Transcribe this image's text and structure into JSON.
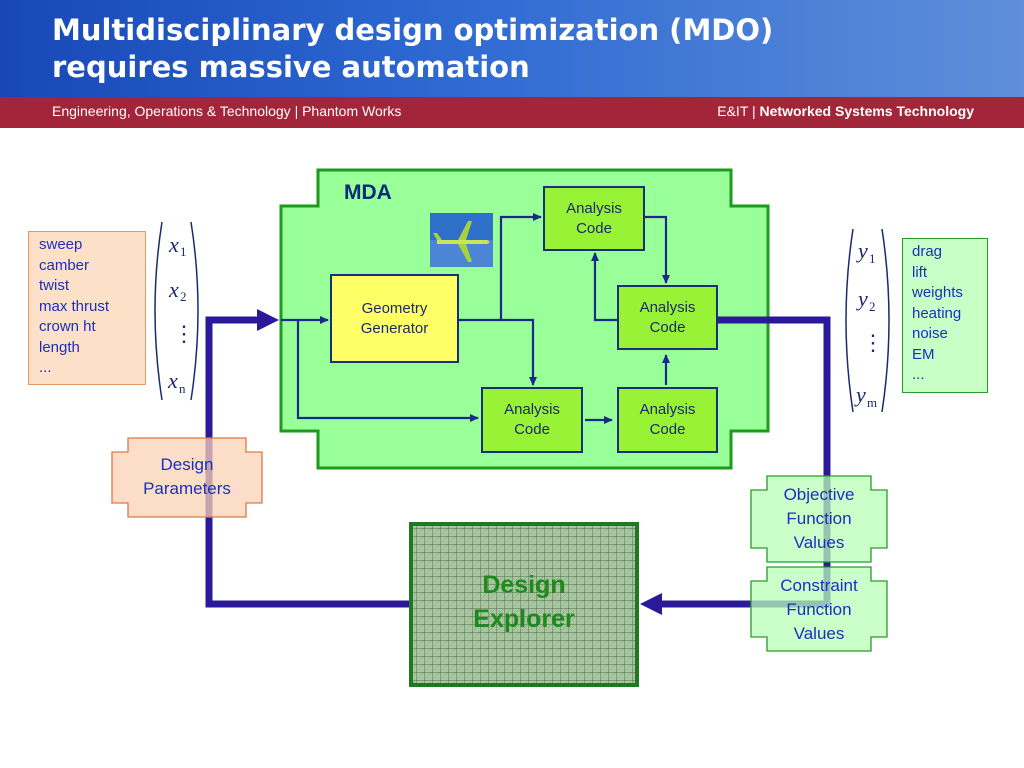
{
  "header": {
    "title_line1": "Multidisciplinary design optimization (MDO)",
    "title_line2": "requires massive automation",
    "subtitle_left": "Engineering, Operations & Technology | Phantom Works",
    "subtitle_right_prefix": "E&IT | ",
    "subtitle_right_bold": "Networked Systems Technology"
  },
  "mda": {
    "label": "MDA",
    "geometry_line1": "Geometry",
    "geometry_line2": "Generator",
    "analysis_line1": "Analysis",
    "analysis_line2": "Code"
  },
  "inputs": {
    "items": [
      "sweep",
      "camber",
      "twist",
      "max thrust",
      "crown ht",
      "length",
      "..."
    ]
  },
  "outputs": {
    "items": [
      "drag",
      "lift",
      "weights",
      "heating",
      "noise",
      "EM",
      "..."
    ]
  },
  "vectors": {
    "x_symbol": "x",
    "x_subs": [
      "1",
      "2",
      "n"
    ],
    "y_symbol": "y",
    "y_subs": [
      "1",
      "2",
      "m"
    ],
    "vdots": "⋮"
  },
  "labels": {
    "design_parameters_line1": "Design",
    "design_parameters_line2": "Parameters",
    "objective_line1": "Objective",
    "objective_line2": "Function",
    "objective_line3": "Values",
    "constraint_line1": "Constraint",
    "constraint_line2": "Function",
    "constraint_line3": "Values"
  },
  "explorer": {
    "line1": "Design",
    "line2": "Explorer"
  },
  "colors": {
    "header_blue": "#1748b6",
    "subtitle_red": "#a3253a",
    "mda_green": "#99ff99",
    "analysis_green": "#98f236",
    "geometry_yellow": "#ffff66",
    "flow_navy": "#2a1a9a"
  }
}
